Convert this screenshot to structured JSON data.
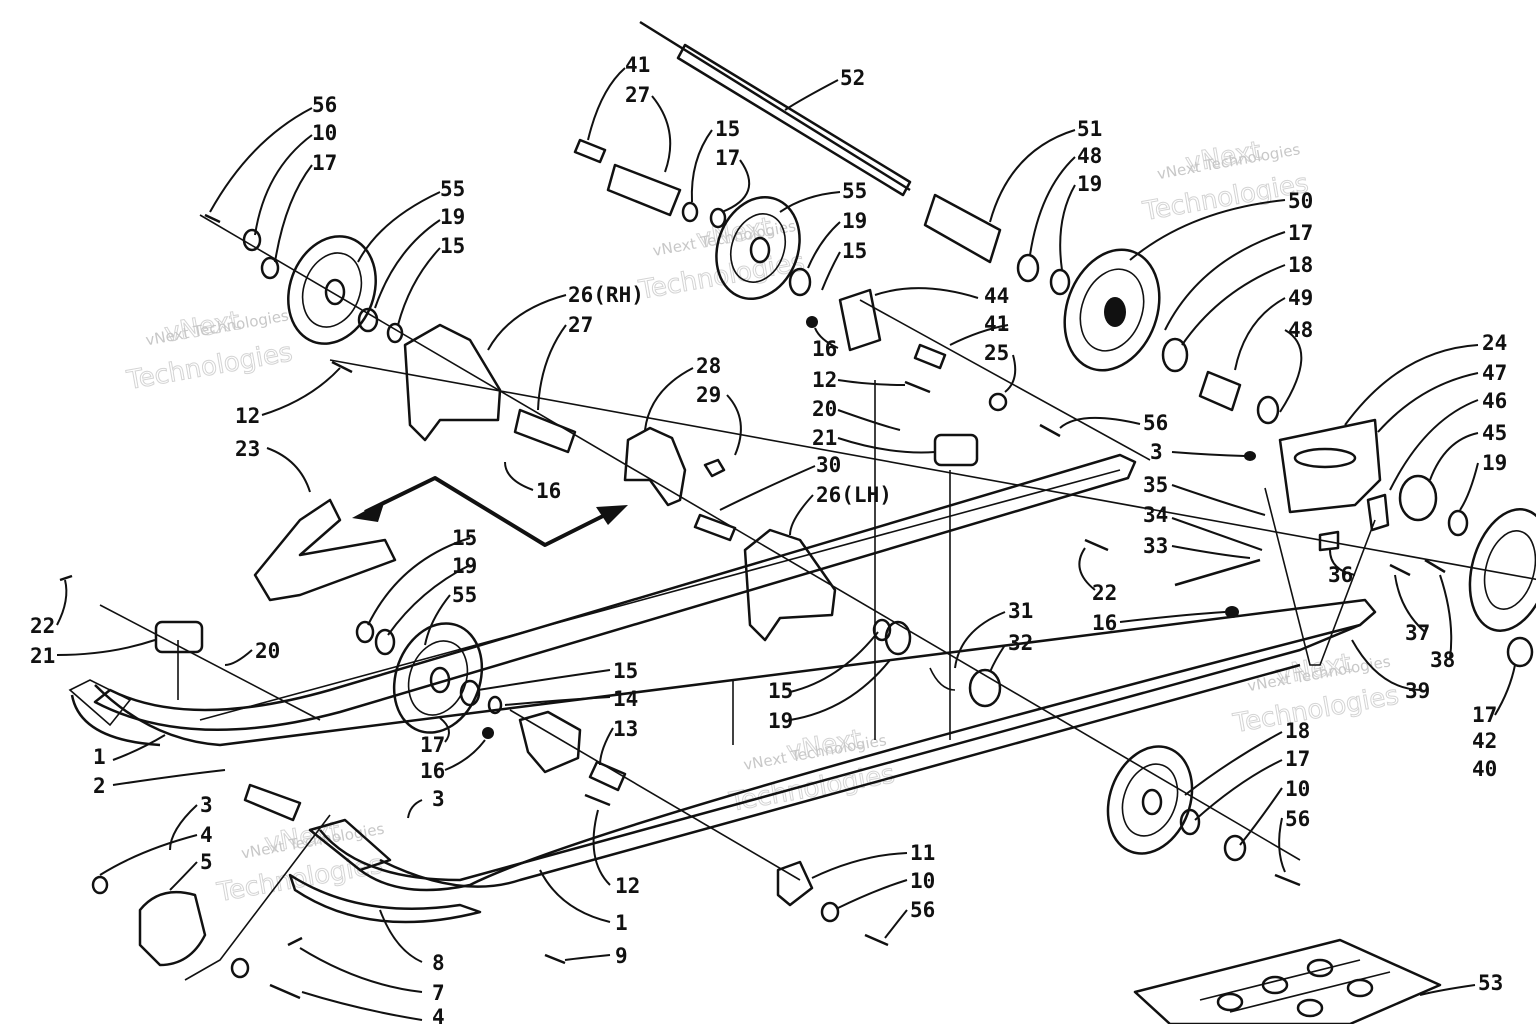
{
  "diagram": {
    "watermark_small": "vNext Technologies",
    "watermark_big_1": "vNext",
    "watermark_big_2": "Technologies",
    "callouts": {
      "c56a": "56",
      "c10a": "10",
      "c17a": "17",
      "c55a": "55",
      "c19a": "19",
      "c15a": "15",
      "c12a": "12",
      "c23": "23",
      "c26rh": "26(RH)",
      "c27a": "27",
      "c16a": "16",
      "c28": "28",
      "c29": "29",
      "c30": "30",
      "c26lh": "26(LH)",
      "c41a": "41",
      "c27b": "27",
      "c15b": "15",
      "c17b": "17",
      "c55b": "55",
      "c19b": "19",
      "c15c": "15",
      "c52": "52",
      "c51": "51",
      "c48a": "48",
      "c19c": "19",
      "c44": "44",
      "c41b": "41",
      "c16b": "16",
      "c25": "25",
      "c12b": "12",
      "c20a": "20",
      "c21a": "21",
      "c56b": "56",
      "c50": "50",
      "c17c": "17",
      "c18a": "18",
      "c49": "49",
      "c48b": "48",
      "c24": "24",
      "c47": "47",
      "c46": "46",
      "c45": "45",
      "c19d": "19",
      "c3a": "3",
      "c35": "35",
      "c34": "34",
      "c33": "33",
      "c36": "36",
      "c22a": "22",
      "c16c": "16",
      "c37": "37",
      "c38": "38",
      "c39": "39",
      "c17d": "17",
      "c42": "42",
      "c40": "40",
      "c22b": "22",
      "c21b": "21",
      "c20b": "20",
      "c15d": "15",
      "c19e": "19",
      "c55c": "55",
      "c15e": "15",
      "c14": "14",
      "c13": "13",
      "c17e": "17",
      "c16d": "16",
      "c1a": "1",
      "c2": "2",
      "c3b": "3",
      "c4a": "4",
      "c5": "5",
      "c3c": "3",
      "c12c": "12",
      "c1b": "1",
      "c8": "8",
      "c9": "9",
      "c7": "7",
      "c4b": "4",
      "c15f": "15",
      "c19f": "19",
      "c31": "31",
      "c32": "32",
      "c11": "11",
      "c10b": "10",
      "c56c": "56",
      "c18b": "18",
      "c17f": "17",
      "c10c": "10",
      "c56d": "56",
      "c53": "53"
    }
  },
  "colors": {
    "ink": "#111111",
    "paper": "#ffffff",
    "watermark": "#c8c8c8"
  }
}
